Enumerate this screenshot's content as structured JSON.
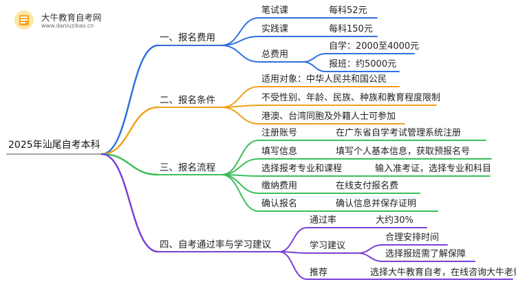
{
  "brand": {
    "name": "大牛教育自考网",
    "url": "www.daniuzikao.cn"
  },
  "root": "2025年汕尾自考本科",
  "colors": {
    "blue": "#2e6fe0",
    "orange": "#f0a01a",
    "green": "#3bbf5a",
    "purple": "#7a3fd8"
  },
  "sections": {
    "fees": {
      "title": "一、报名费用",
      "written": {
        "label": "笔试课",
        "value": "每科52元"
      },
      "practice": {
        "label": "实践课",
        "value": "每科150元"
      },
      "total": {
        "label": "总费用",
        "self": "自学：2000至4000元",
        "class": "报班：约5000元"
      }
    },
    "conditions": {
      "title": "二、报名条件",
      "items": [
        "适用对象：中华人民共和国公民",
        "不受性别、年龄、民族、种族和教育程度限制",
        "港澳、台湾同胞及外籍人士可参加"
      ]
    },
    "process": {
      "title": "三、报名流程",
      "steps": [
        {
          "label": "注册账号",
          "detail": "在广东省自学考试管理系统注册"
        },
        {
          "label": "填写信息",
          "detail": "填写个人基本信息，获取预报名号"
        },
        {
          "label": "选择报考专业和课程",
          "detail": "输入准考证，选择专业和科目"
        },
        {
          "label": "缴纳费用",
          "detail": "在线支付报名费"
        },
        {
          "label": "确认报名",
          "detail": "确认信息并保存证明"
        }
      ]
    },
    "advice": {
      "title": "四、自考通过率与学习建议",
      "pass": {
        "label": "通过率",
        "value": "大约30%"
      },
      "study": {
        "label": "学习建议",
        "items": [
          "合理安排时间",
          "选择报班需了解保障"
        ]
      },
      "recommend": {
        "label": "推荐",
        "value": "选择大牛教育自考，在线咨询大牛老师"
      }
    }
  }
}
